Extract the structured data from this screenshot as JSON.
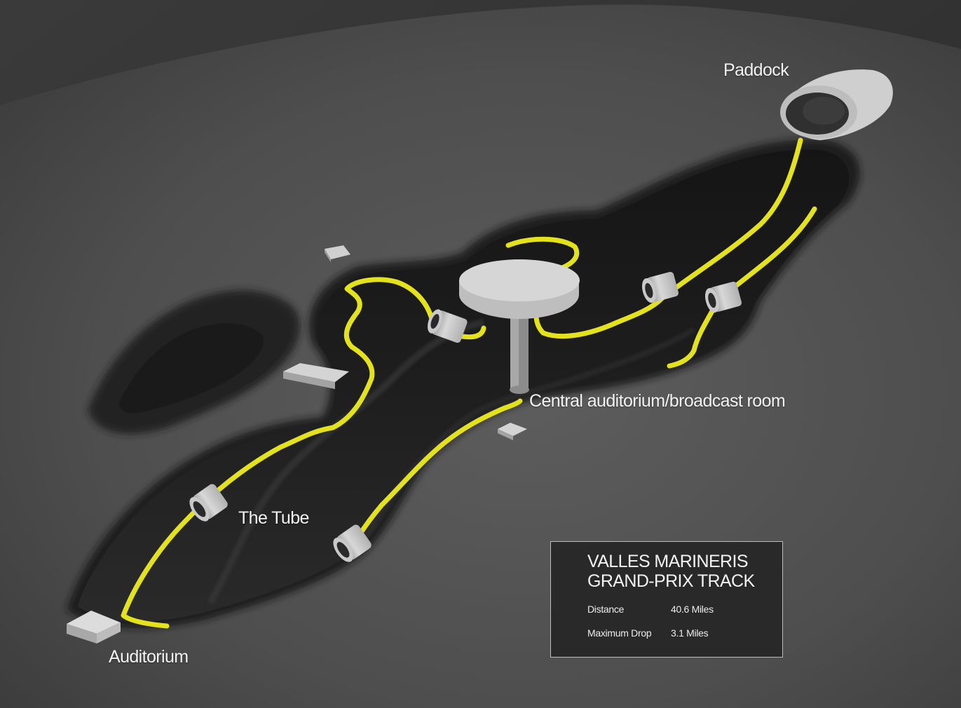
{
  "labels": {
    "paddock": "Paddock",
    "central": "Central auditorium/broadcast room",
    "tube": "The Tube",
    "auditorium": "Auditorium"
  },
  "info_panel": {
    "title_line1": "VALLES MARINERIS",
    "title_line2": "GRAND-PRIX TRACK",
    "stats": [
      {
        "name": "Distance",
        "value": "40.6 Miles"
      },
      {
        "name": "Maximum Drop",
        "value": "3.1 Miles"
      }
    ]
  },
  "colors": {
    "ground": "#555555",
    "canyon": "#1f1f1f",
    "track": "#e4e21a",
    "structure": "#d2d2d2"
  }
}
